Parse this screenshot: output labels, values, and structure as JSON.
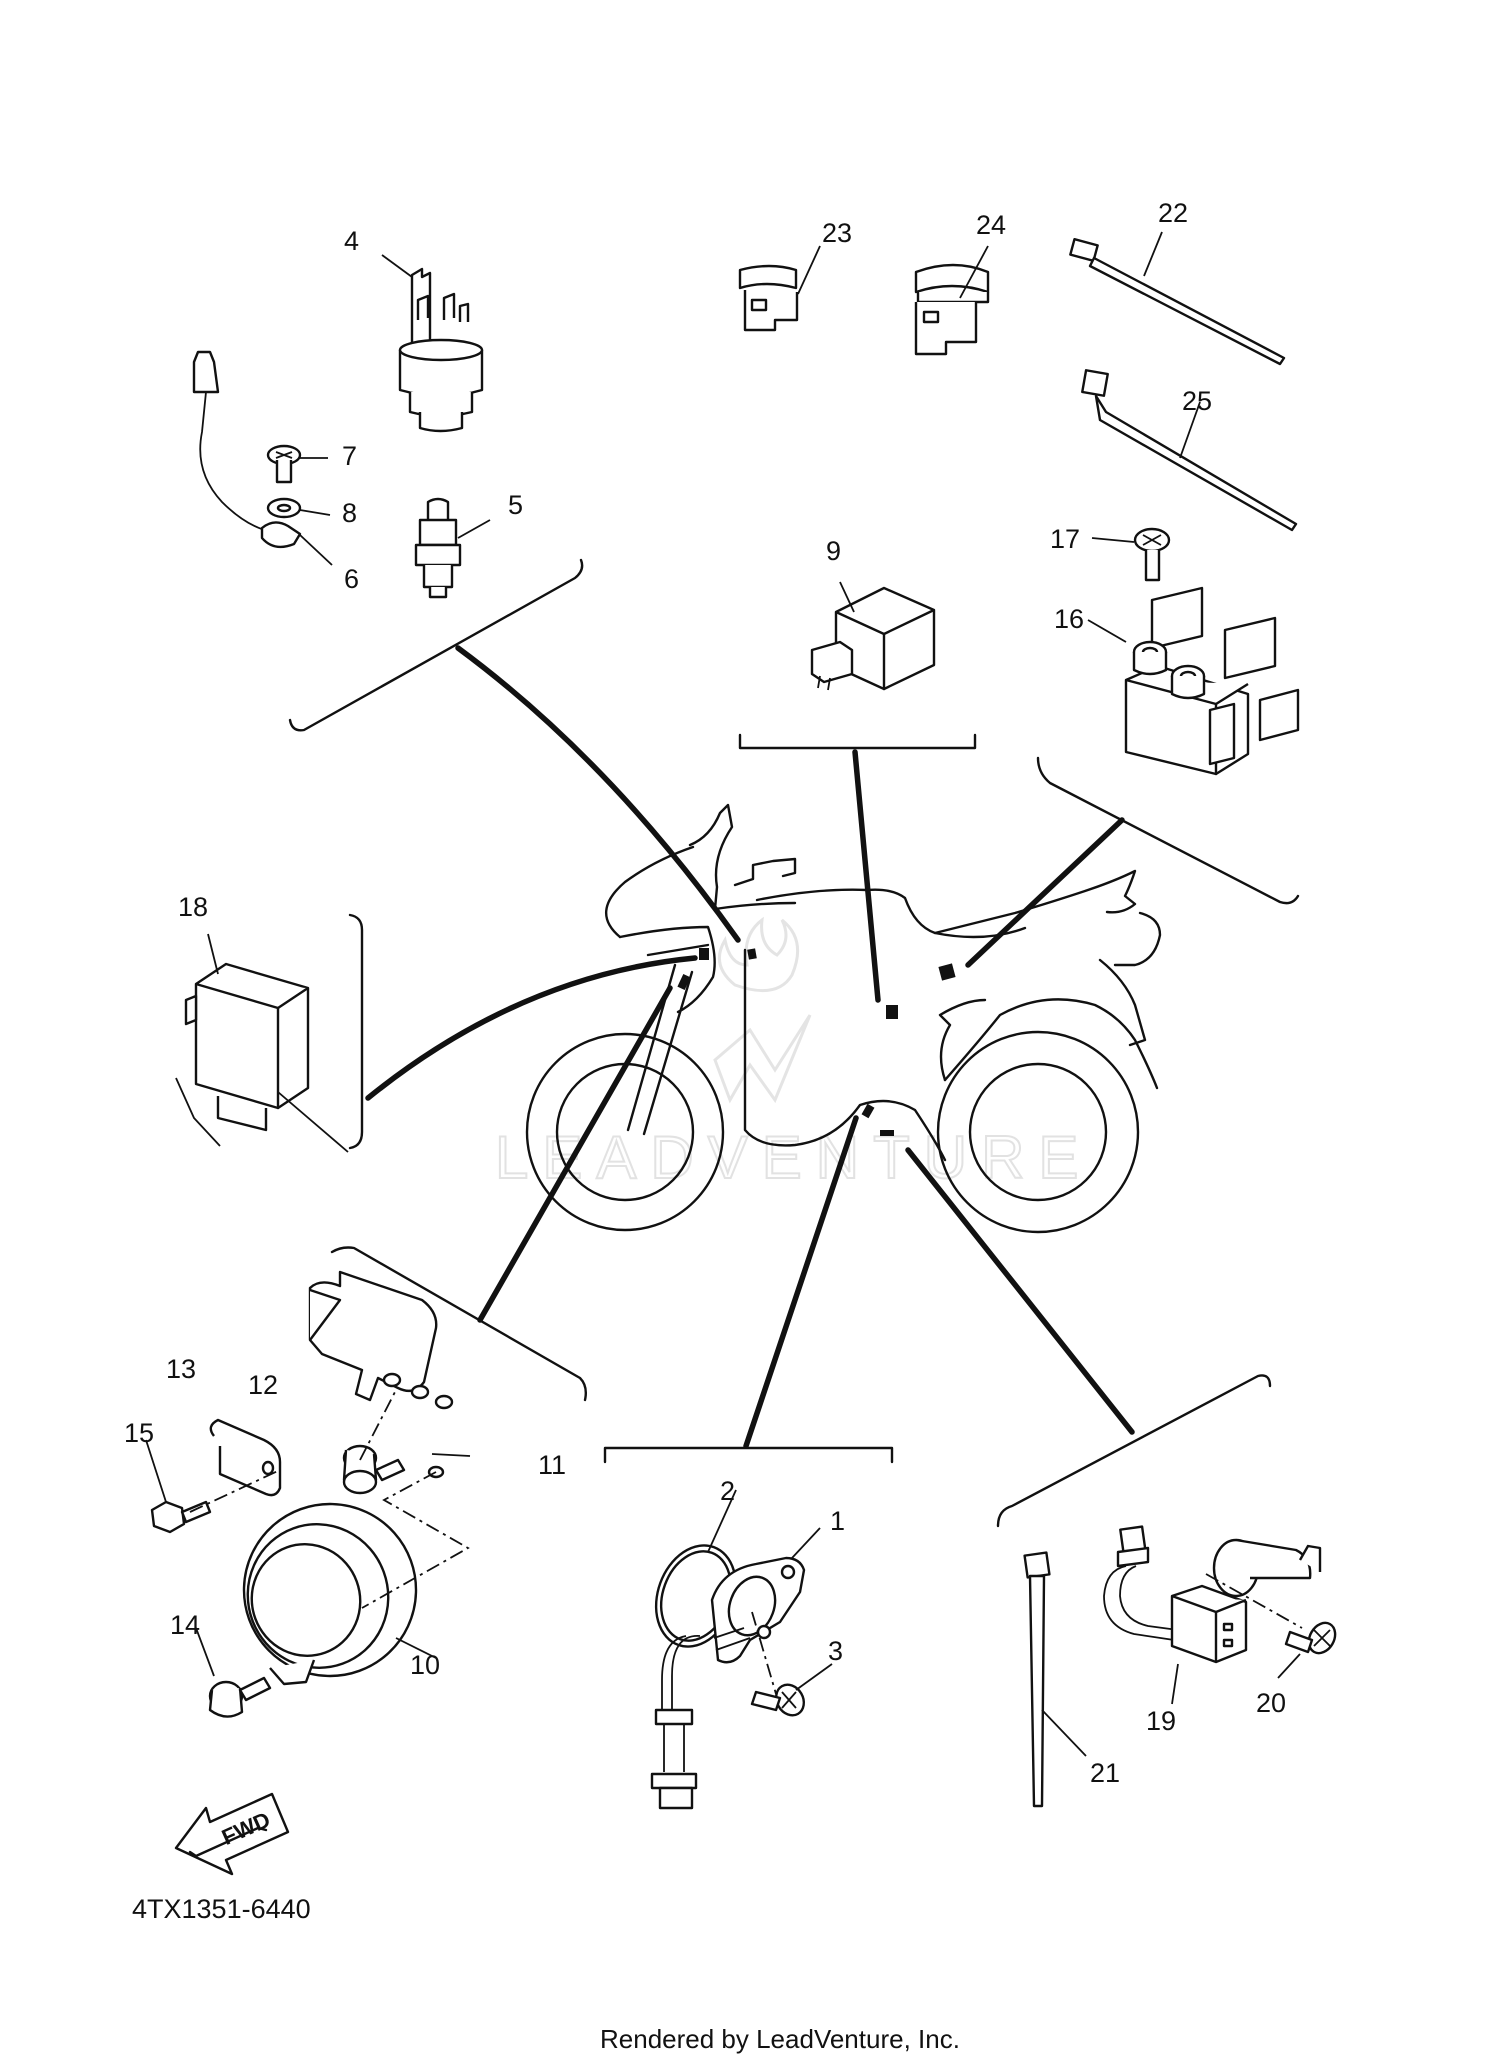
{
  "diagram": {
    "callouts": [
      "1",
      "2",
      "3",
      "4",
      "5",
      "6",
      "7",
      "8",
      "9",
      "10",
      "11",
      "12",
      "13",
      "14",
      "15",
      "16",
      "17",
      "18",
      "19",
      "20",
      "21",
      "22",
      "23",
      "24",
      "25"
    ],
    "part_code": "4TX1351-6440",
    "direction_label": "FWD",
    "watermark": "LEADVENTURE",
    "footer": "Rendered by LeadVenture, Inc."
  }
}
